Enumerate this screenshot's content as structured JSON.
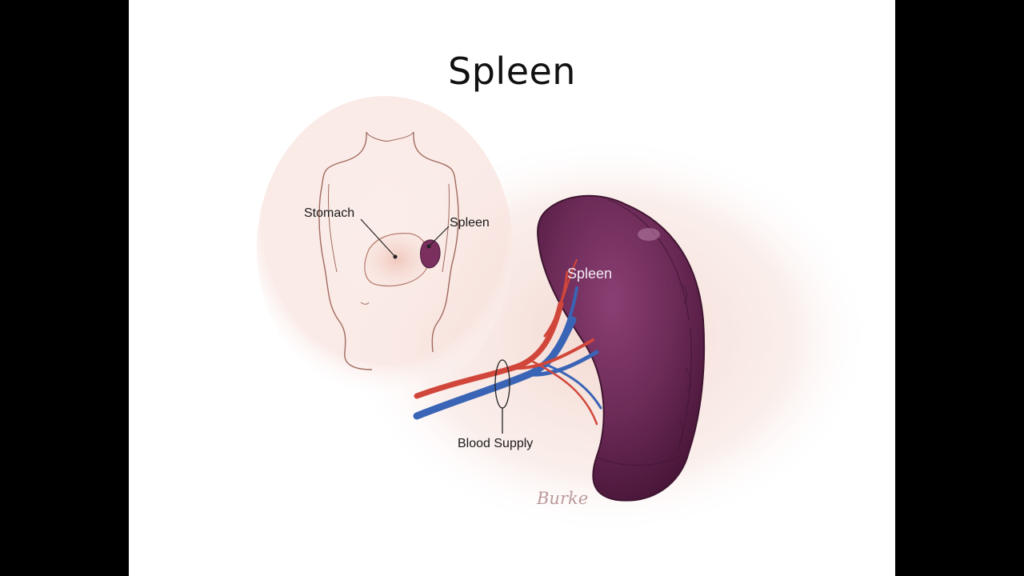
{
  "slide": {
    "title": "Spleen"
  },
  "figure": {
    "labels": {
      "stomach": "Stomach",
      "spleen_small": "Spleen",
      "spleen_large": "Spleen",
      "blood_supply": "Blood Supply"
    },
    "signature": "Burke"
  },
  "colors": {
    "background": "#000000",
    "slide": "#ffffff",
    "spleen": "#6b2a55",
    "artery": "#d1463a",
    "vein": "#3a64b5",
    "skin_outline": "#a06a5e"
  }
}
